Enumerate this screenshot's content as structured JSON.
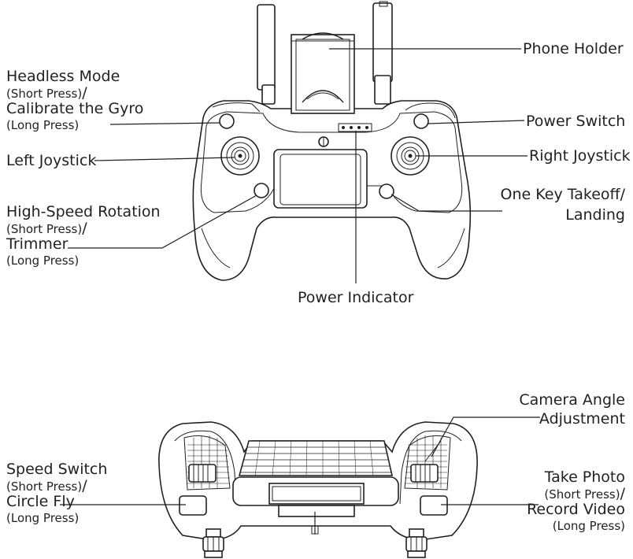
{
  "labels": {
    "phone_holder": "Phone Holder",
    "headless_mode": "Headless Mode",
    "headless_mode_press": "(Short Press)",
    "calibrate_gyro": "Calibrate the Gyro",
    "calibrate_gyro_press": "(Long Press)",
    "power_switch": "Power Switch",
    "left_joystick": "Left Joystick",
    "right_joystick": "Right Joystick",
    "high_speed_rotation": "High-Speed Rotation",
    "high_speed_rotation_press": "(Short Press)",
    "trimmer": "Trimmer",
    "trimmer_press": "(Long Press)",
    "one_key_takeoff_line1": "One Key Takeoff/",
    "one_key_takeoff_line2": "Landing",
    "power_indicator": "Power Indicator",
    "camera_angle_line1": "Camera Angle",
    "camera_angle_line2": "Adjustment",
    "speed_switch": "Speed Switch",
    "speed_switch_press": "(Short Press)",
    "circle_fly": "Circle Fly",
    "circle_fly_press": "(Long Press)",
    "take_photo": "Take Photo",
    "take_photo_press": "(Short Press)",
    "record_video": "Record Video",
    "record_video_press": "(Long Press)",
    "slash": "/"
  }
}
